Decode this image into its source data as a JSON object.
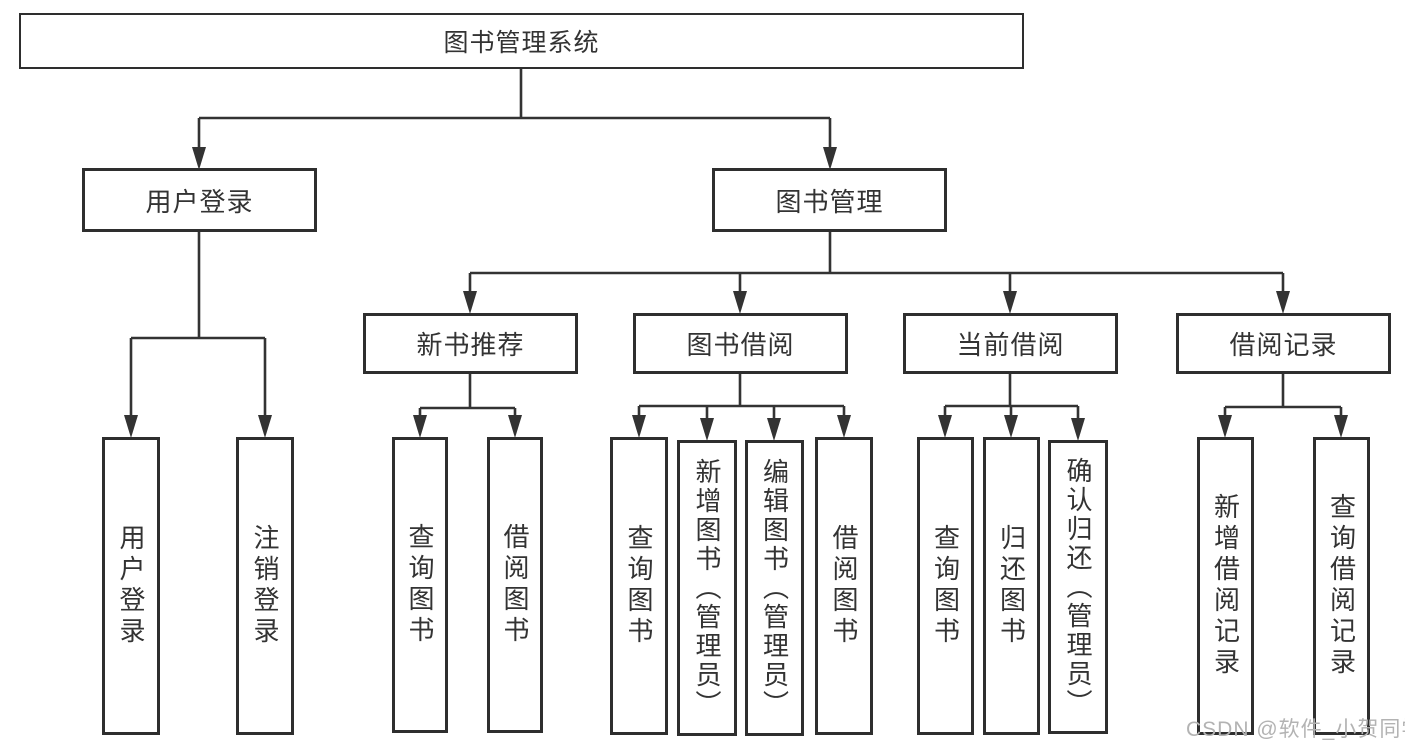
{
  "diagram": {
    "root": "图书管理系统",
    "level2": {
      "user_login": "用户登录",
      "book_mgmt": "图书管理"
    },
    "user_login_children": {
      "login": "用户登录",
      "logout": "注销登录"
    },
    "book_mgmt_children": {
      "new_rec": "新书推荐",
      "borrow": "图书借阅",
      "current": "当前借阅",
      "record": "借阅记录"
    },
    "new_rec_children": {
      "query": "查询图书",
      "borrow": "借阅图书"
    },
    "borrow_children": {
      "query": "查询图书",
      "add": "新增图书（管理员）",
      "edit": "编辑图书（管理员）",
      "borrow": "借阅图书"
    },
    "current_children": {
      "query": "查询图书",
      "return": "归还图书",
      "confirm": "确认归还（管理员）"
    },
    "record_children": {
      "add": "新增借阅记录",
      "query": "查询借阅记录"
    }
  },
  "watermark": "CSDN @软件_小贺同学",
  "colors": {
    "line": "#333333",
    "text": "#333333",
    "watermark": "#b3b3b3",
    "background": "#ffffff"
  }
}
